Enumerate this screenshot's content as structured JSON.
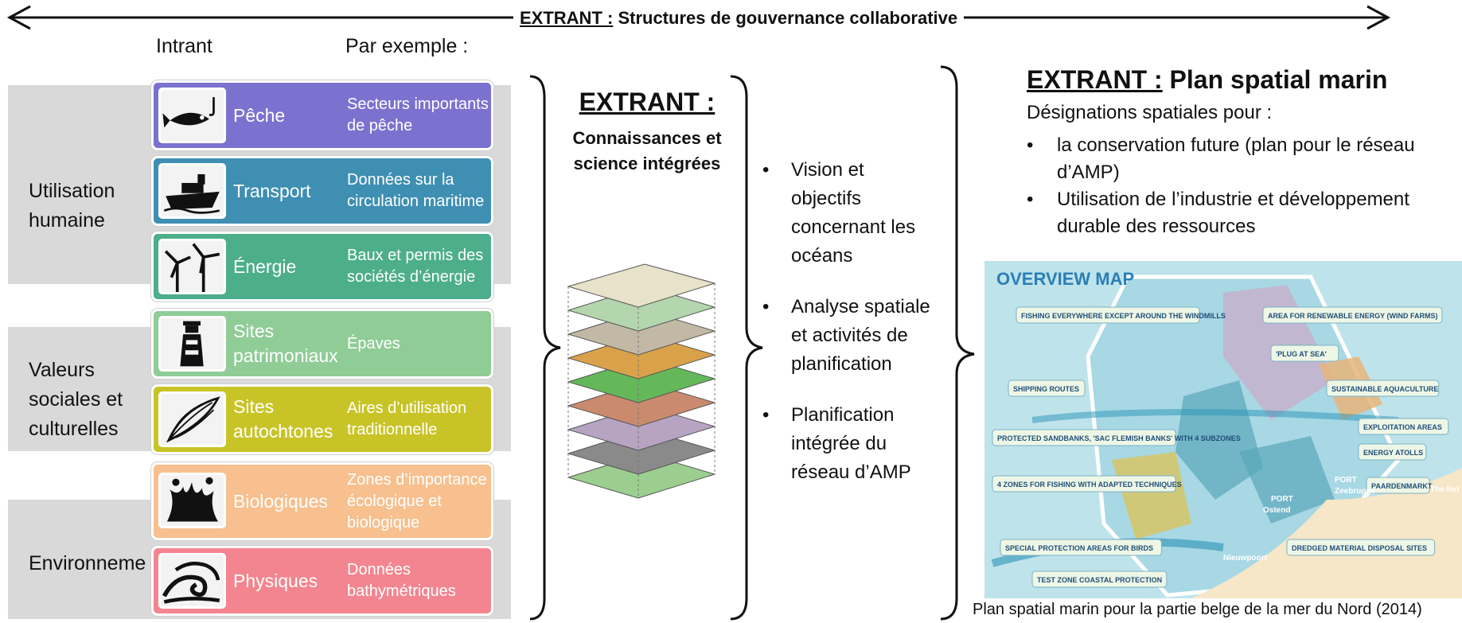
{
  "header": {
    "title_prefix": "EXTRANT :",
    "title_rest": " Structures de gouvernance collaborative"
  },
  "columns": {
    "input": "Intrant",
    "example": "Par exemple :"
  },
  "categories": [
    {
      "label": "Utilisation humaine"
    },
    {
      "label": "Valeurs sociales et culturelles"
    },
    {
      "label": "Environneme"
    }
  ],
  "rows": [
    {
      "name": "Pêche",
      "example": "Secteurs importants de pêche",
      "icon": "fish-icon",
      "color": "#7b72cf"
    },
    {
      "name": "Transport",
      "example": "Données sur la circulation maritime",
      "icon": "ship-icon",
      "color": "#3f8fb3"
    },
    {
      "name": "Énergie",
      "example": "Baux et permis des sociétés d’énergie",
      "icon": "wind-turbine-icon",
      "color": "#4cae8a"
    },
    {
      "name": "Sites patrimoniaux",
      "example": "Épaves",
      "icon": "lighthouse-icon",
      "color": "#8fcc96"
    },
    {
      "name": "Sites autochtones",
      "example": "Aires d’utilisation traditionnelle",
      "icon": "feather-icon",
      "color": "#c8c428"
    },
    {
      "name": "Biologiques",
      "example": "Zones d’importance écologique et biologique",
      "icon": "coral-icon",
      "color": "#f7c08e"
    },
    {
      "name": "Physiques",
      "example": "Données bathymétriques",
      "icon": "wave-icon",
      "color": "#f2858f"
    }
  ],
  "middle": {
    "title": "EXTRANT :",
    "subtitle": "Connaissances et science intégrées"
  },
  "bullets": [
    "Vision et objectifs concernant les océans",
    "Analyse spatiale et activités de planification",
    "Planification intégrée du réseau d’AMP"
  ],
  "right": {
    "title_prefix": "EXTRANT :",
    "title_rest": " Plan spatial marin",
    "intro": "Désignations spatiales pour :",
    "items": [
      "la conservation future (plan pour le réseau d’AMP)",
      "Utilisation de l’industrie et développement durable des ressources"
    ]
  },
  "map": {
    "title": "OVERVIEW MAP",
    "labels": [
      "FISHING EVERYWHERE EXCEPT AROUND THE WINDMILLS",
      "AREA FOR RENEWABLE ENERGY (WIND FARMS)",
      "'PLUG AT SEA'",
      "SHIPPING ROUTES",
      "SUSTAINABLE AQUACULTURE",
      "PROTECTED SANDBANKS, 'SAC FLEMISH BANKS' WITH 4 SUBZONES",
      "EXPLOITATION AREAS",
      "ENERGY ATOLLS",
      "4 ZONES FOR FISHING WITH ADAPTED TECHNIQUES",
      "PAARDENMARKT",
      "SPECIAL PROTECTION AREAS FOR BIRDS",
      "DREDGED MATERIAL DISPOSAL SITES",
      "TEST ZONE COASTAL PROTECTION",
      "PORT",
      "Zeebrugge",
      "PORT",
      "Ostend",
      "Nieuwpoort",
      "The Net"
    ],
    "caption": "Plan spatial marin pour la partie belge de la mer du Nord (2014)"
  }
}
